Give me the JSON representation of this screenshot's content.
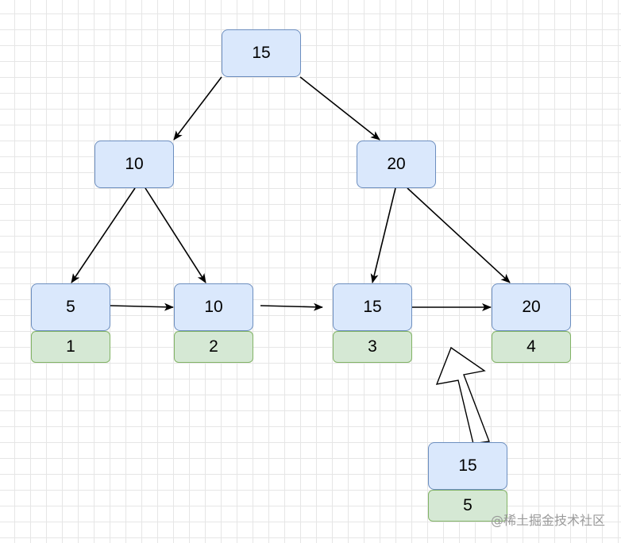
{
  "tree": {
    "root": {
      "key": "15"
    },
    "internal": [
      {
        "key": "10"
      },
      {
        "key": "20"
      }
    ],
    "leaves": [
      {
        "key": "5",
        "record": "1"
      },
      {
        "key": "10",
        "record": "2"
      },
      {
        "key": "15",
        "record": "3"
      },
      {
        "key": "20",
        "record": "4"
      }
    ]
  },
  "incoming": {
    "key": "15",
    "record": "5"
  },
  "watermark": "@稀土掘金技术社区",
  "colors": {
    "node_fill": "#dae8fc",
    "node_stroke": "#6c8ebf",
    "record_fill": "#d5e8d4",
    "record_stroke": "#82b366",
    "edge": "#000000",
    "grid": "#e6e6e6"
  }
}
